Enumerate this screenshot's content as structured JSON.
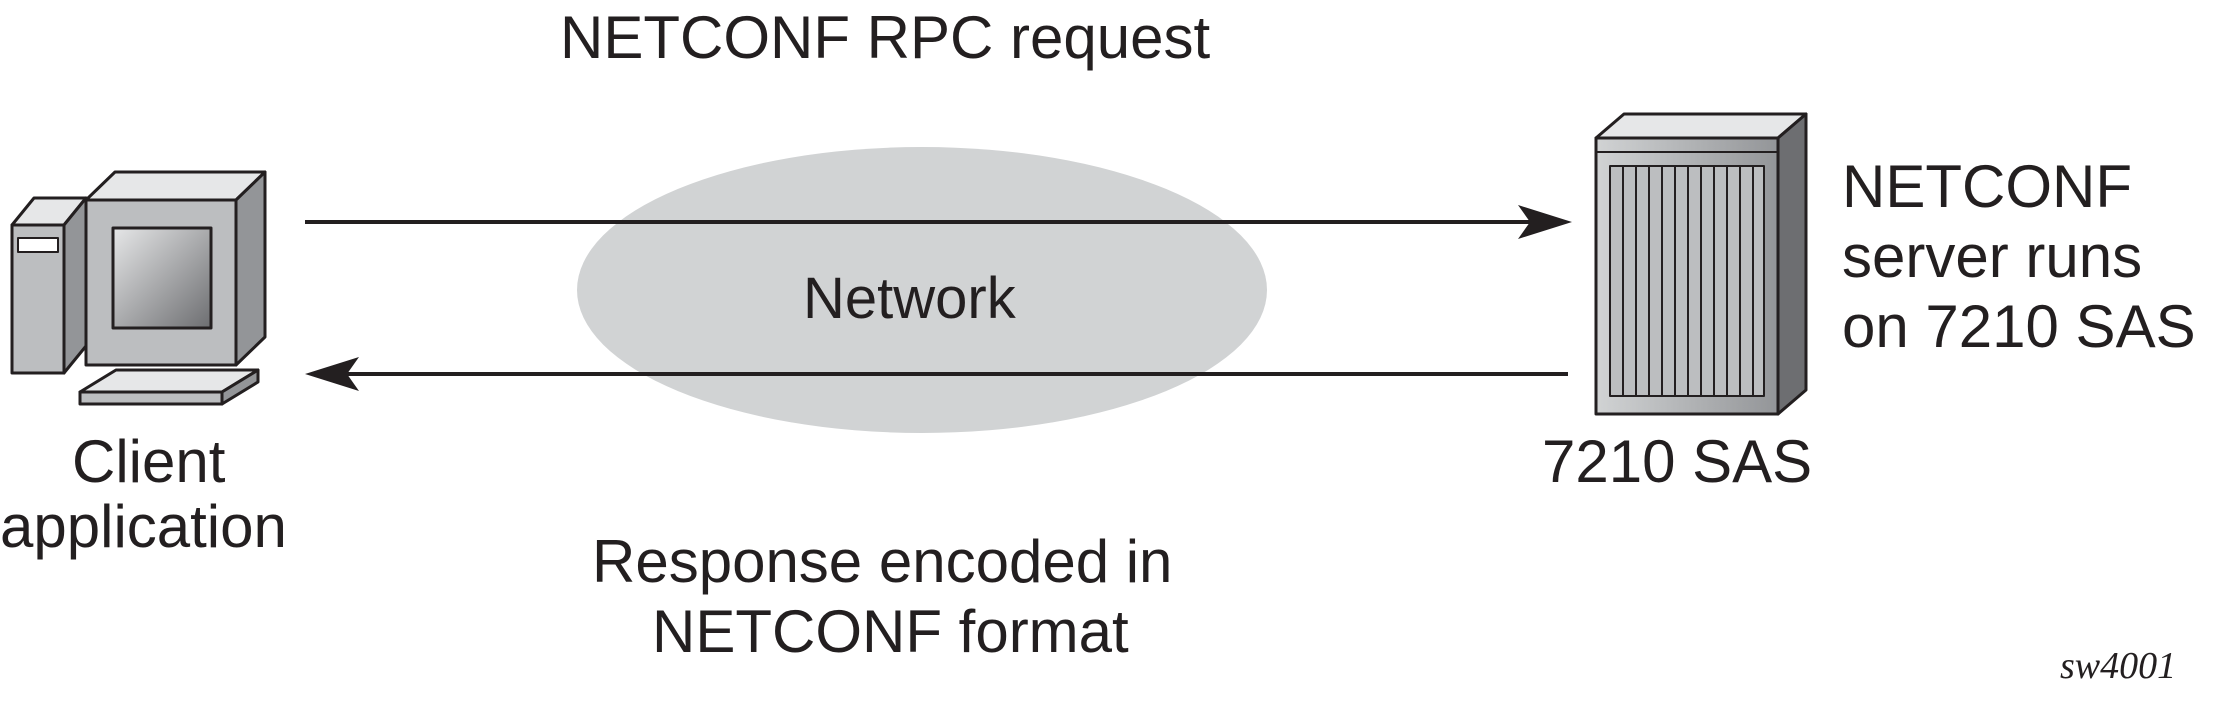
{
  "request_label": "NETCONF RPC request",
  "network_label": "Network",
  "response_label": [
    "Response encoded in",
    "NETCONF format"
  ],
  "client": {
    "label": [
      "Client",
      "application"
    ],
    "icon": "computer-icon"
  },
  "server": {
    "label": "7210 SAS",
    "icon": "router-chassis-icon",
    "description": [
      "NETCONF",
      "server runs",
      "on 7210 SAS"
    ]
  },
  "figure_id": "sw4001",
  "colors": {
    "line": "#231f20",
    "cloud": "#d1d3d4",
    "device_gray": "#bcbec0",
    "screen": "#8a8c8e"
  }
}
